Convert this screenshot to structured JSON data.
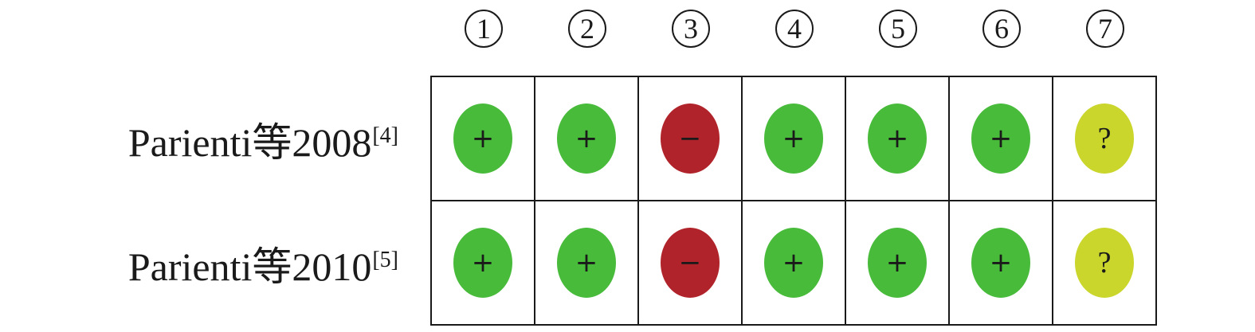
{
  "columns": [
    "1",
    "2",
    "3",
    "4",
    "5",
    "6",
    "7"
  ],
  "legend_colors": {
    "plus": "#48bb3b",
    "minus": "#b1232a",
    "question": "#cad62c"
  },
  "rows": [
    {
      "label": "Parienti等2008",
      "ref": "[4]",
      "cells": [
        {
          "symbol": "+",
          "color": "#48bb3b"
        },
        {
          "symbol": "+",
          "color": "#48bb3b"
        },
        {
          "symbol": "−",
          "color": "#b1232a"
        },
        {
          "symbol": "+",
          "color": "#48bb3b"
        },
        {
          "symbol": "+",
          "color": "#48bb3b"
        },
        {
          "symbol": "+",
          "color": "#48bb3b"
        },
        {
          "symbol": "?",
          "color": "#cad62c"
        }
      ]
    },
    {
      "label": "Parienti等2010",
      "ref": "[5]",
      "cells": [
        {
          "symbol": "+",
          "color": "#48bb3b"
        },
        {
          "symbol": "+",
          "color": "#48bb3b"
        },
        {
          "symbol": "−",
          "color": "#b1232a"
        },
        {
          "symbol": "+",
          "color": "#48bb3b"
        },
        {
          "symbol": "+",
          "color": "#48bb3b"
        },
        {
          "symbol": "+",
          "color": "#48bb3b"
        },
        {
          "symbol": "?",
          "color": "#cad62c"
        }
      ]
    }
  ]
}
